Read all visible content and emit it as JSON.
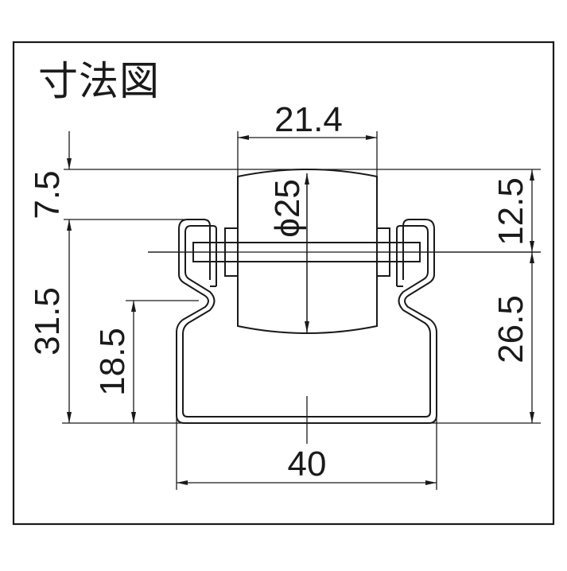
{
  "title": "寸法図",
  "colors": {
    "line": "#1a1a1a",
    "background": "#ffffff"
  },
  "dimensions": {
    "roller_width": "21.4",
    "roller_diameter": "ϕ25",
    "top_to_axle_left": "7.5",
    "rail_height_left": "31.5",
    "lower_height_left": "18.5",
    "top_to_axle_right": "12.5",
    "axle_to_bottom_right": "26.5",
    "rail_width": "40"
  },
  "labels": {
    "diameter_symbol": "ϕ",
    "diameter_value": "25"
  }
}
